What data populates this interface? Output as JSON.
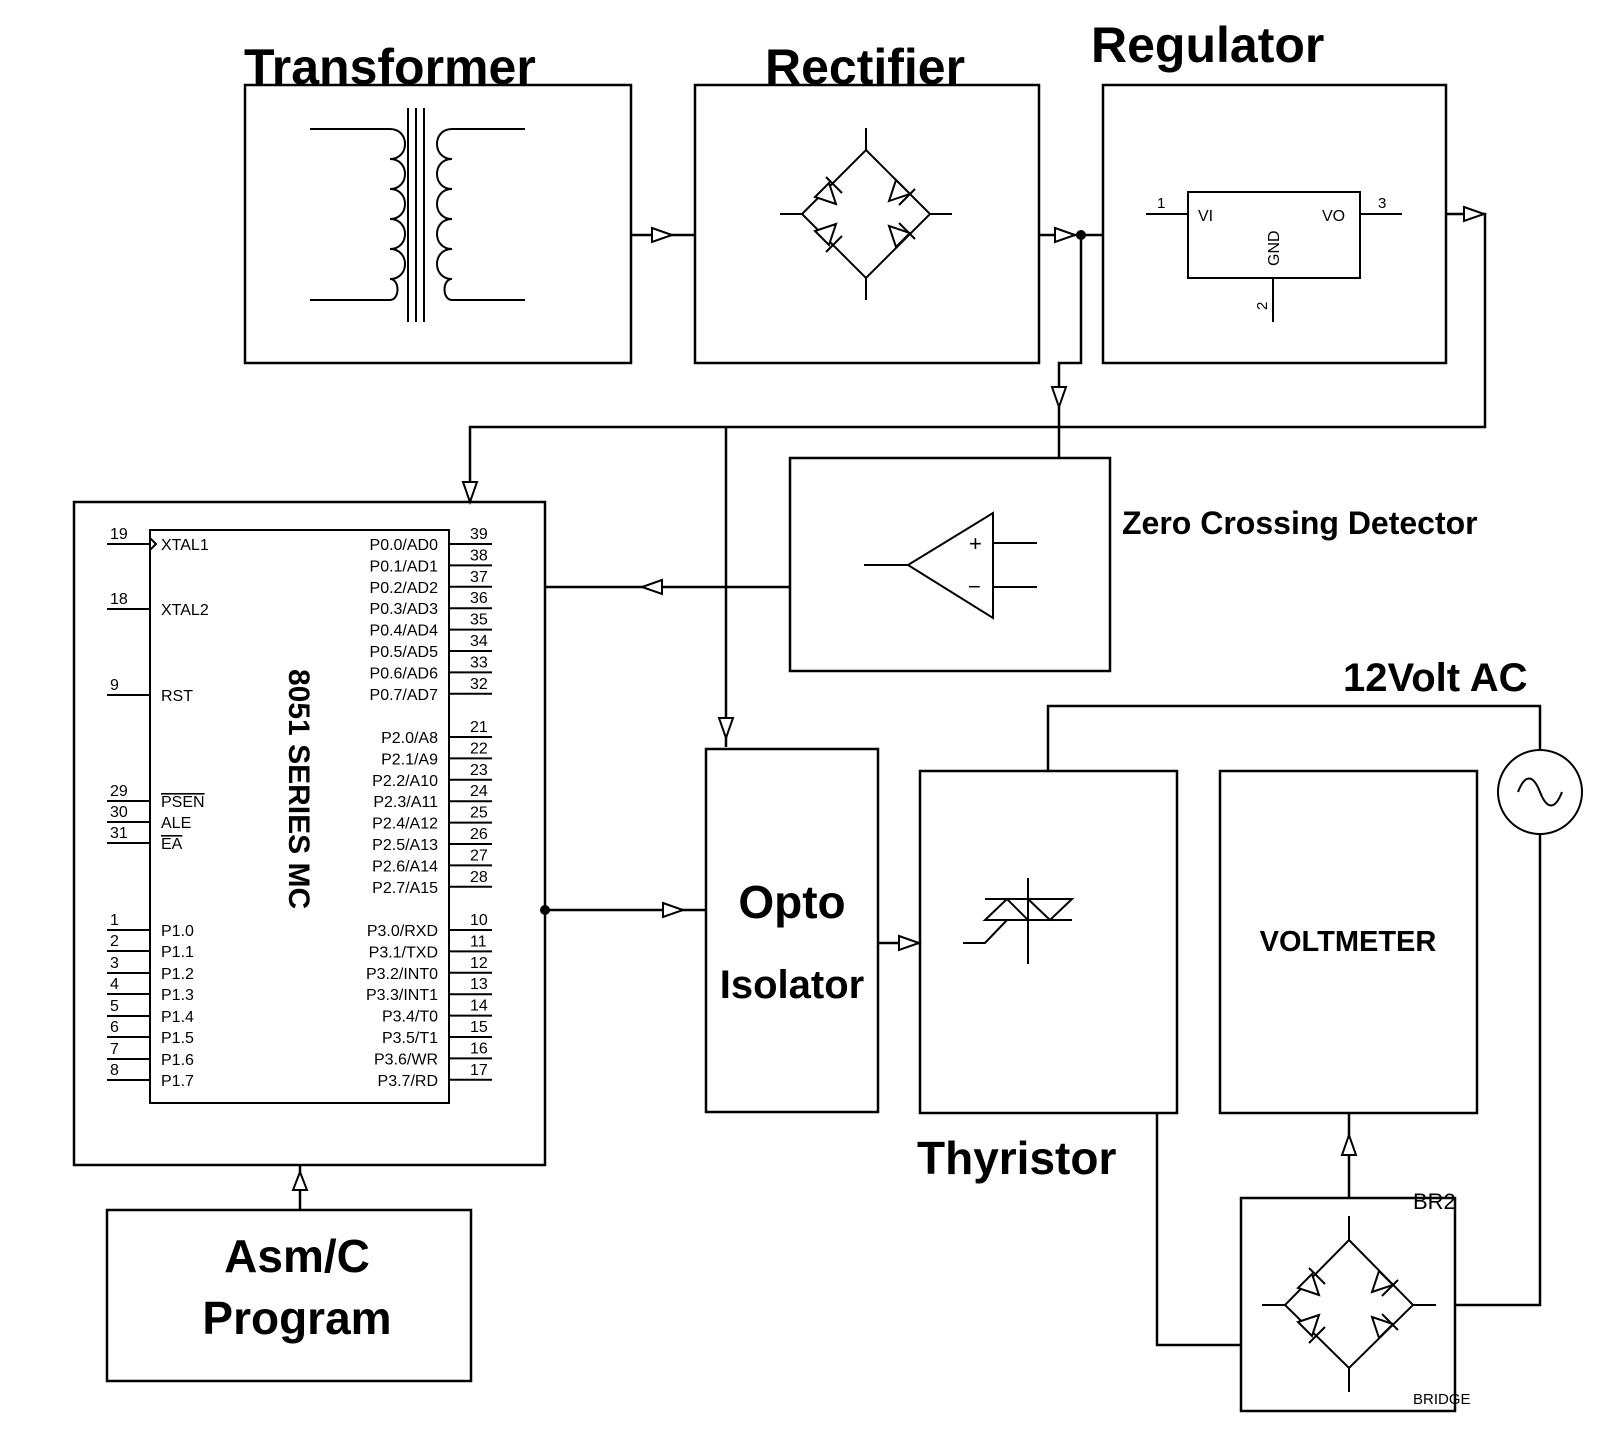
{
  "blocks": {
    "transformer": "Transformer",
    "rectifier": "Rectifier",
    "regulator": "Regulator",
    "zero_crossing": "Zero Crossing Detector",
    "opto_line1": "Opto",
    "opto_line2": "Isolator",
    "thyristor": "Thyristor",
    "voltmeter": "VOLTMETER",
    "ac_source": "12Volt AC",
    "program_line1": "Asm/C",
    "program_line2": "Program",
    "bridge_ref": "BR2",
    "bridge_value": "BRIDGE"
  },
  "regulator_ic": {
    "vi": "VI",
    "vo": "VO",
    "gnd": "GND",
    "pin_in": "1",
    "pin_gnd": "2",
    "pin_out": "3"
  },
  "comparator": {
    "plus": "+",
    "minus": "−"
  },
  "mcu": {
    "label": "8051 SERIES MC",
    "left_pins": [
      {
        "num": "19",
        "name": "XTAL1"
      },
      {
        "num": "18",
        "name": "XTAL2"
      },
      {
        "num": "9",
        "name": "RST"
      },
      {
        "num": "29",
        "name": "PSEN"
      },
      {
        "num": "30",
        "name": "ALE"
      },
      {
        "num": "31",
        "name": "EA"
      },
      {
        "num": "1",
        "name": "P1.0"
      },
      {
        "num": "2",
        "name": "P1.1"
      },
      {
        "num": "3",
        "name": "P1.2"
      },
      {
        "num": "4",
        "name": "P1.3"
      },
      {
        "num": "5",
        "name": "P1.4"
      },
      {
        "num": "6",
        "name": "P1.5"
      },
      {
        "num": "7",
        "name": "P1.6"
      },
      {
        "num": "8",
        "name": "P1.7"
      }
    ],
    "right_pins": [
      {
        "num": "39",
        "name": "P0.0/AD0"
      },
      {
        "num": "38",
        "name": "P0.1/AD1"
      },
      {
        "num": "37",
        "name": "P0.2/AD2"
      },
      {
        "num": "36",
        "name": "P0.3/AD3"
      },
      {
        "num": "35",
        "name": "P0.4/AD4"
      },
      {
        "num": "34",
        "name": "P0.5/AD5"
      },
      {
        "num": "33",
        "name": "P0.6/AD6"
      },
      {
        "num": "32",
        "name": "P0.7/AD7"
      },
      {
        "num": "21",
        "name": "P2.0/A8"
      },
      {
        "num": "22",
        "name": "P2.1/A9"
      },
      {
        "num": "23",
        "name": "P2.2/A10"
      },
      {
        "num": "24",
        "name": "P2.3/A11"
      },
      {
        "num": "25",
        "name": "P2.4/A12"
      },
      {
        "num": "26",
        "name": "P2.5/A13"
      },
      {
        "num": "27",
        "name": "P2.6/A14"
      },
      {
        "num": "28",
        "name": "P2.7/A15"
      },
      {
        "num": "10",
        "name": "P3.0/RXD"
      },
      {
        "num": "11",
        "name": "P3.1/TXD"
      },
      {
        "num": "12",
        "name": "P3.2/INT0"
      },
      {
        "num": "13",
        "name": "P3.3/INT1"
      },
      {
        "num": "14",
        "name": "P3.4/T0"
      },
      {
        "num": "15",
        "name": "P3.5/T1"
      },
      {
        "num": "16",
        "name": "P3.6/WR"
      },
      {
        "num": "17",
        "name": "P3.7/RD"
      }
    ]
  }
}
